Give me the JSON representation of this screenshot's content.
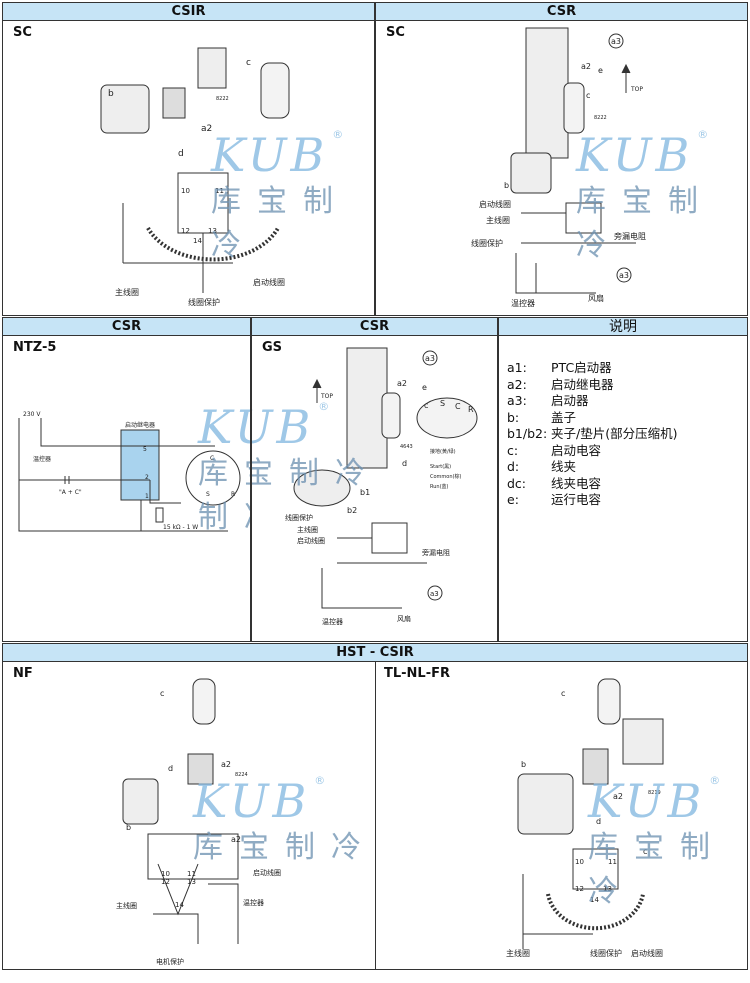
{
  "watermark": {
    "brand": "KUB",
    "reg": "®",
    "chinese": "库宝制冷"
  },
  "panels": {
    "csir_sc": {
      "header": "CSIR",
      "model": "SC",
      "labels": {
        "b": "b",
        "c": "c",
        "a2": "a2",
        "d": "d",
        "main": "主线圈",
        "start": "启动线圈",
        "protect": "线圈保护",
        "n10": "10",
        "n11": "11",
        "n12": "12",
        "n13": "13",
        "n14": "14",
        "code": "8222"
      }
    },
    "csr_sc": {
      "header": "CSR",
      "model": "SC",
      "labels": {
        "a3": "a3",
        "a2": "a2",
        "e": "e",
        "c": "c",
        "b": "b",
        "top": "TOP",
        "start": "启动线圈",
        "main": "主线圈",
        "protect": "线圈保护",
        "leak": "旁漏电阻",
        "thermo": "温控器",
        "fan": "风扇",
        "a3b": "a3",
        "code": "8222"
      }
    },
    "csr_ntz5": {
      "header": "CSR",
      "model": "NTZ-5",
      "labels": {
        "v": "230 V",
        "thermo": "温控器",
        "relay": "启动继电器",
        "cap": "\"A + C\"",
        "res": "15 kΩ - 1 W",
        "n5": "5",
        "n2": "2",
        "n1": "1",
        "C": "C",
        "S": "S",
        "R": "R"
      }
    },
    "csr_gs": {
      "header": "CSR",
      "model": "GS",
      "labels": {
        "a3": "a3",
        "a2": "a2",
        "e": "e",
        "c": "c",
        "top": "TOP",
        "b1": "b1",
        "b2": "b2",
        "d": "d",
        "S": "S",
        "Cc": "C",
        "R": "R",
        "ground": "接地(黄/绿)",
        "startw": "Start(黑)",
        "common": "Common(棕)",
        "run": "Run(蓝)",
        "protect": "线圈保护",
        "main": "主线圈",
        "startc": "启动线圈",
        "leak": "旁漏电阻",
        "thermo": "温控器",
        "fan": "风扇",
        "a3b": "a3",
        "code": "4643"
      }
    },
    "legend": {
      "header": "说明",
      "items": [
        {
          "key": "a1:",
          "text": "PTC启动器"
        },
        {
          "key": "a2:",
          "text": "启动继电器"
        },
        {
          "key": "a3:",
          "text": "启动器"
        },
        {
          "key": "b:",
          "text": "盖子"
        },
        {
          "key": "b1/b2:",
          "text": "夹子/垫片(部分压缩机)"
        },
        {
          "key": "c:",
          "text": "启动电容"
        },
        {
          "key": "d:",
          "text": "线夹"
        },
        {
          "key": "dc:",
          "text": "线夹电容"
        },
        {
          "key": "e:",
          "text": "运行电容"
        }
      ]
    },
    "hst_header": "HST - CSIR",
    "hst_nf": {
      "model": "NF",
      "labels": {
        "c": "c",
        "d": "d",
        "a2": "a2",
        "b": "b",
        "a2b": "a2",
        "n10": "10",
        "n11": "11",
        "n12": "12",
        "n13": "13",
        "n14": "14",
        "start": "启动线圈",
        "main": "主线圈",
        "thermo": "温控器",
        "protect": "电机保护",
        "code": "8224"
      }
    },
    "hst_tl": {
      "model": "TL-NL-FR",
      "labels": {
        "c": "c",
        "b": "b",
        "a2": "a2",
        "d": "d",
        "cc": "c",
        "n10": "10",
        "n11": "11",
        "n12": "12",
        "n13": "13",
        "n14": "14",
        "main": "主线圈",
        "protect": "线圈保护",
        "start": "启动线圈",
        "code": "8219"
      }
    }
  }
}
